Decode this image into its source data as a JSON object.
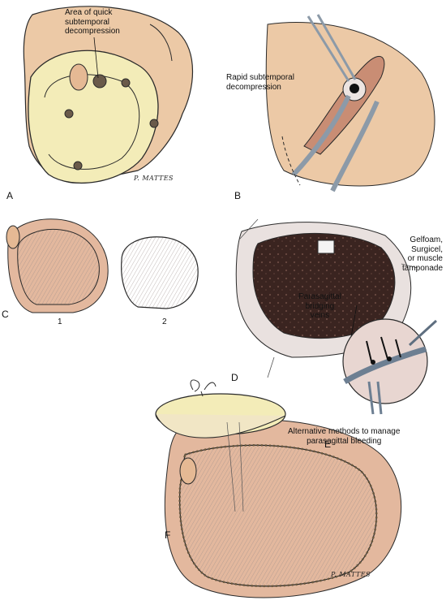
{
  "labels": {
    "area_quick": "Area of quick\nsubtemporal\ndecompression",
    "rapid": "Rapid subtemporal\ndecompression",
    "gelfoam": "Gelfoam,\nSurgicel,\nor muscle\ntamponade",
    "bridging": "Parasagittal\nbridging\nveins",
    "alternative": "Alternative methods to manage\nparasagittal bleeding",
    "c1": "1",
    "c2": "2"
  },
  "panels": {
    "a": "A",
    "b": "B",
    "c": "C",
    "d": "D",
    "e": "E",
    "f": "F"
  },
  "signatures": {
    "top": "P. MATTES",
    "bottom": "P. MATTES"
  },
  "colors": {
    "skin": "#ecc9a6",
    "bone": "#f3ecb8",
    "dura": "#e9e1df",
    "brain_dark": "#3a2420",
    "instrument": "#b9c6d3",
    "outline": "#2a2a2a"
  }
}
